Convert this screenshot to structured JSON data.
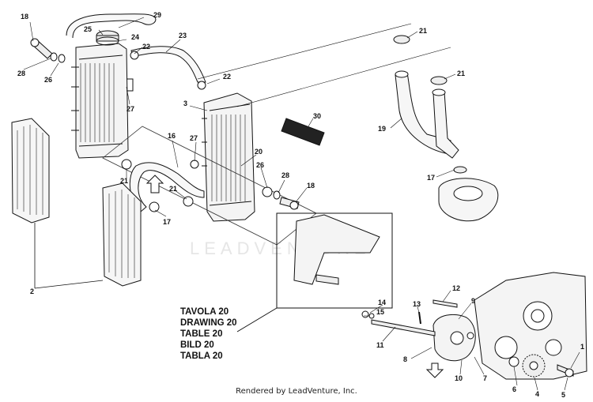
{
  "diagram": {
    "callouts": {
      "c18a": "18",
      "c29": "29",
      "c25": "25",
      "c24": "24",
      "c22a": "22",
      "c23": "23",
      "c28a": "28",
      "c26a": "26",
      "c27a": "27",
      "c22b": "22",
      "c3": "3",
      "c16": "16",
      "c27b": "27",
      "c20": "20",
      "c26b": "26",
      "c28b": "28",
      "c18b": "18",
      "c21a": "21",
      "c21b": "21",
      "c17a": "17",
      "c30": "30",
      "c21c": "21",
      "c21d": "21",
      "c19": "19",
      "c17b": "17",
      "c2": "2",
      "c12": "12",
      "c14": "14",
      "c13": "13",
      "c15": "15",
      "c9": "9",
      "c11": "11",
      "c8": "8",
      "c10": "10",
      "c7": "7",
      "c6": "6",
      "c4": "4",
      "c1": "1",
      "c5": "5"
    },
    "caption_lines": [
      "TAVOLA 20",
      "DRAWING 20",
      "TABLE 20",
      "BILD 20",
      "TABLA 20"
    ]
  },
  "watermark": "LEADVENTURE",
  "footer": "Rendered by LeadVenture, Inc."
}
